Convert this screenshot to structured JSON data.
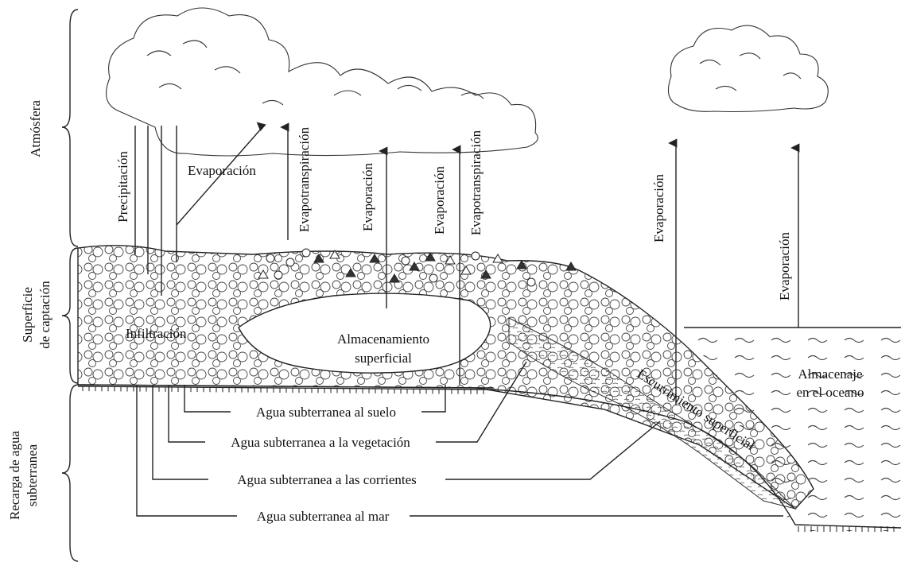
{
  "zones": {
    "atmosphere": "Atmósfera",
    "surface_line1": "Superficie",
    "surface_line2": "de captación",
    "recharge_line1": "Recarga de agua",
    "recharge_line2": "subterranea"
  },
  "processes": {
    "precipitation": "Precipitación",
    "evaporation_cloud": "Evaporación",
    "evapotranspiration_1": "Evapotranspiración",
    "evaporation_lake_1": "Evaporación",
    "evaporation_lake_2": "Evaporación",
    "evapotranspiration_2": "Evapotranspiración",
    "evaporation_coast": "Evaporación",
    "evaporation_ocean": "Evaporación",
    "infiltration": "Infiltración",
    "runoff": "Escurrimiento superficial"
  },
  "storages": {
    "surface_line1": "Almacenamiento",
    "surface_line2": "superficial",
    "ocean_line1": "Almacenaje",
    "ocean_line2": "en el oceano"
  },
  "groundwater": {
    "to_soil": "Agua subterranea al suelo",
    "to_vegetation": "Agua subterranea a la vegetación",
    "to_streams": "Agua subterranea a las corrientes",
    "to_sea": "Agua subterranea al mar"
  }
}
